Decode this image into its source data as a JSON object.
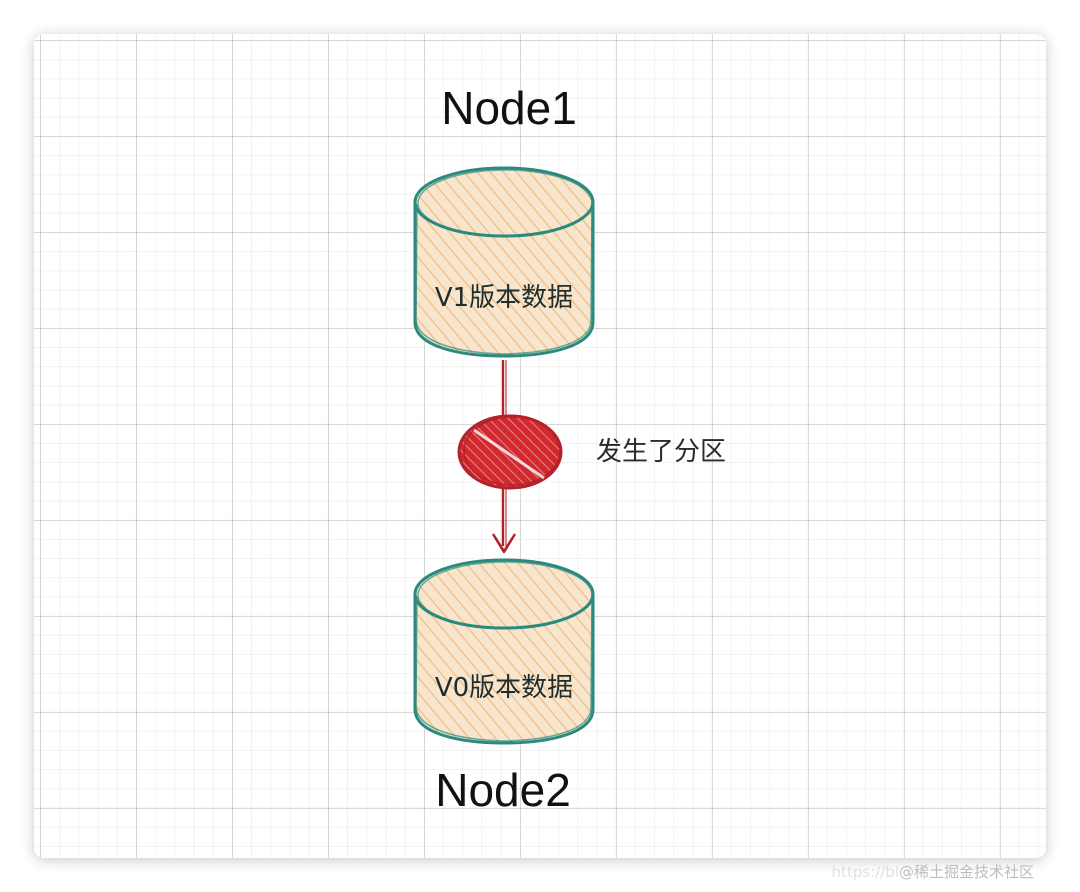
{
  "nodes": {
    "top": {
      "title": "Node1",
      "db_label": "V1版本数据"
    },
    "bottom": {
      "title": "Node2",
      "db_label": "V0版本数据"
    }
  },
  "partition": {
    "label": "发生了分区"
  },
  "watermark": {
    "url": "https://bl",
    "text": "@稀土掘金技术社区"
  },
  "colors": {
    "cylinder_stroke": "#2b8a7e",
    "cylinder_fill": "#f7e3c6",
    "hatch": "#f2c38f",
    "arrow": "#b3222a",
    "partition_fill": "#d4282f"
  }
}
